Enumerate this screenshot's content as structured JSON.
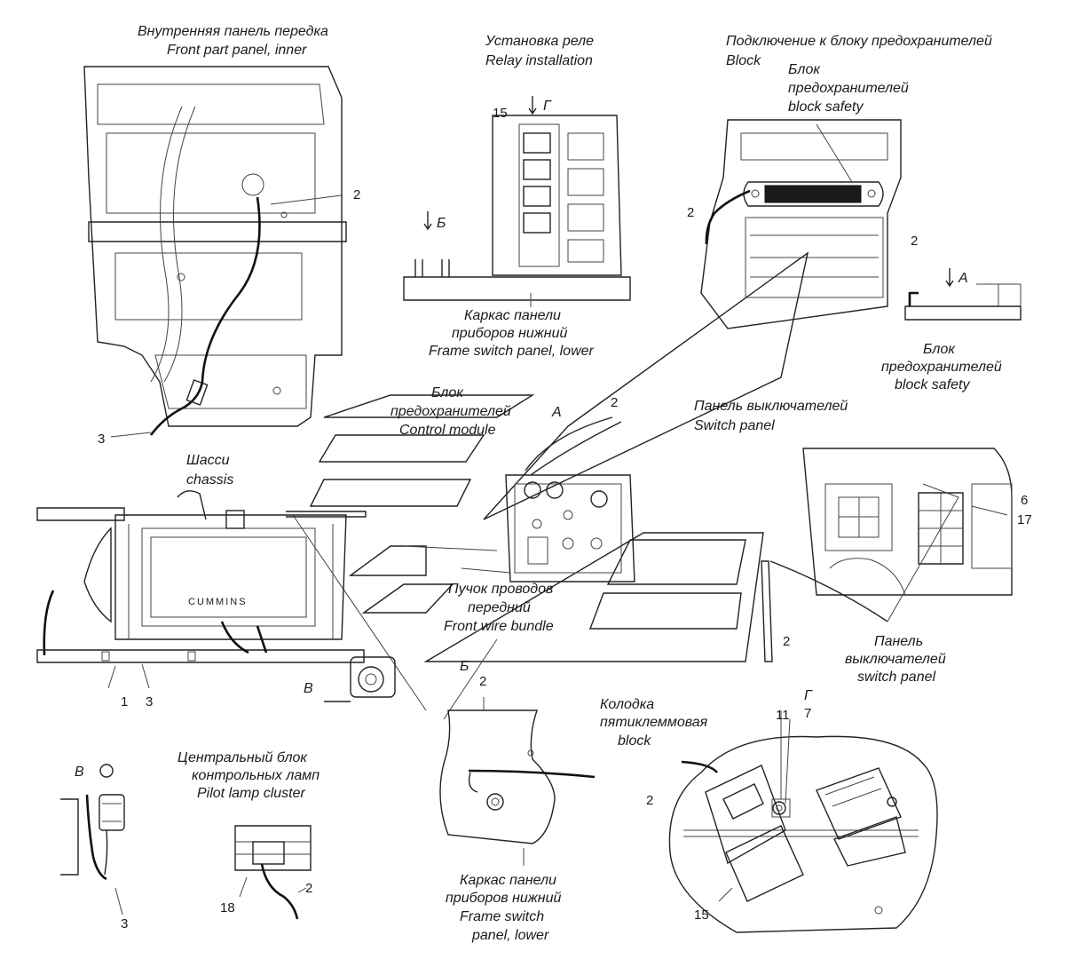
{
  "captions": {
    "front_panel_ru": "Внутренняя панель передка",
    "front_panel_en": "Front part panel, inner",
    "relay_ru": "Установка реле",
    "relay_en": "Relay installation",
    "fuse_conn_ru": "Подключение к блоку предохранителей",
    "fuse_conn_en": "Block",
    "fuse_top_ru1": "Блок",
    "fuse_top_ru2": "предохранителей",
    "fuse_top_en": "block safety",
    "frame_top_ru1": "Каркас панели",
    "frame_top_ru2": "приборов нижний",
    "frame_top_en": "Frame switch panel, lower",
    "fuse_right_ru1": "Блок",
    "fuse_right_ru2": "предохранителей",
    "fuse_right_en": "block safety",
    "control_ru1": "Блок",
    "control_ru2": "предохранителей",
    "control_en": "Control module",
    "switch_ru": "Панель выключателей",
    "switch_en": "Switch panel",
    "chassis_ru": "Шасси",
    "chassis_en": "chassis",
    "bundle_ru1": "Пучок проводов",
    "bundle_ru2": "передний",
    "bundle_en": "Front wire bundle",
    "switch_lower_ru1": "Панель",
    "switch_lower_ru2": "выключателей",
    "switch_lower_en": "switch panel",
    "five_pin_ru1": "Колодка",
    "five_pin_ru2": "пятиклеммовая",
    "five_pin_en": "block",
    "pilot_ru1": "Центральный блок",
    "pilot_ru2": "контрольных ламп",
    "pilot_en": "Pilot lamp cluster",
    "frame_bot_ru1": "Каркас панели",
    "frame_bot_ru2": "приборов нижний",
    "frame_bot_en1": "Frame switch",
    "frame_bot_en2": "panel, lower",
    "chassis_brand": "CUMMINS"
  },
  "view_letters": {
    "g_relay": "Г",
    "b_relay": "Б",
    "a_fuse": "А",
    "a_center": "А",
    "b_chassis": "В",
    "b_bottom": "Б",
    "g_bottom": "Г",
    "v_left": "В"
  },
  "callouts": {
    "c2_front": "2",
    "c3_front": "3",
    "c15_relay": "15",
    "c2_fuse_left": "2",
    "c2_fuse_right": "2",
    "c2_center": "2",
    "c6": "6",
    "c17": "17",
    "c2_switch": "2",
    "c1": "1",
    "c3_chassis": "3",
    "c2_frame_bot": "2",
    "c11": "11",
    "c7": "7",
    "c2_five": "2",
    "c15_five": "15",
    "c3_left": "3",
    "c18": "18",
    "c2_pilot": "2"
  }
}
